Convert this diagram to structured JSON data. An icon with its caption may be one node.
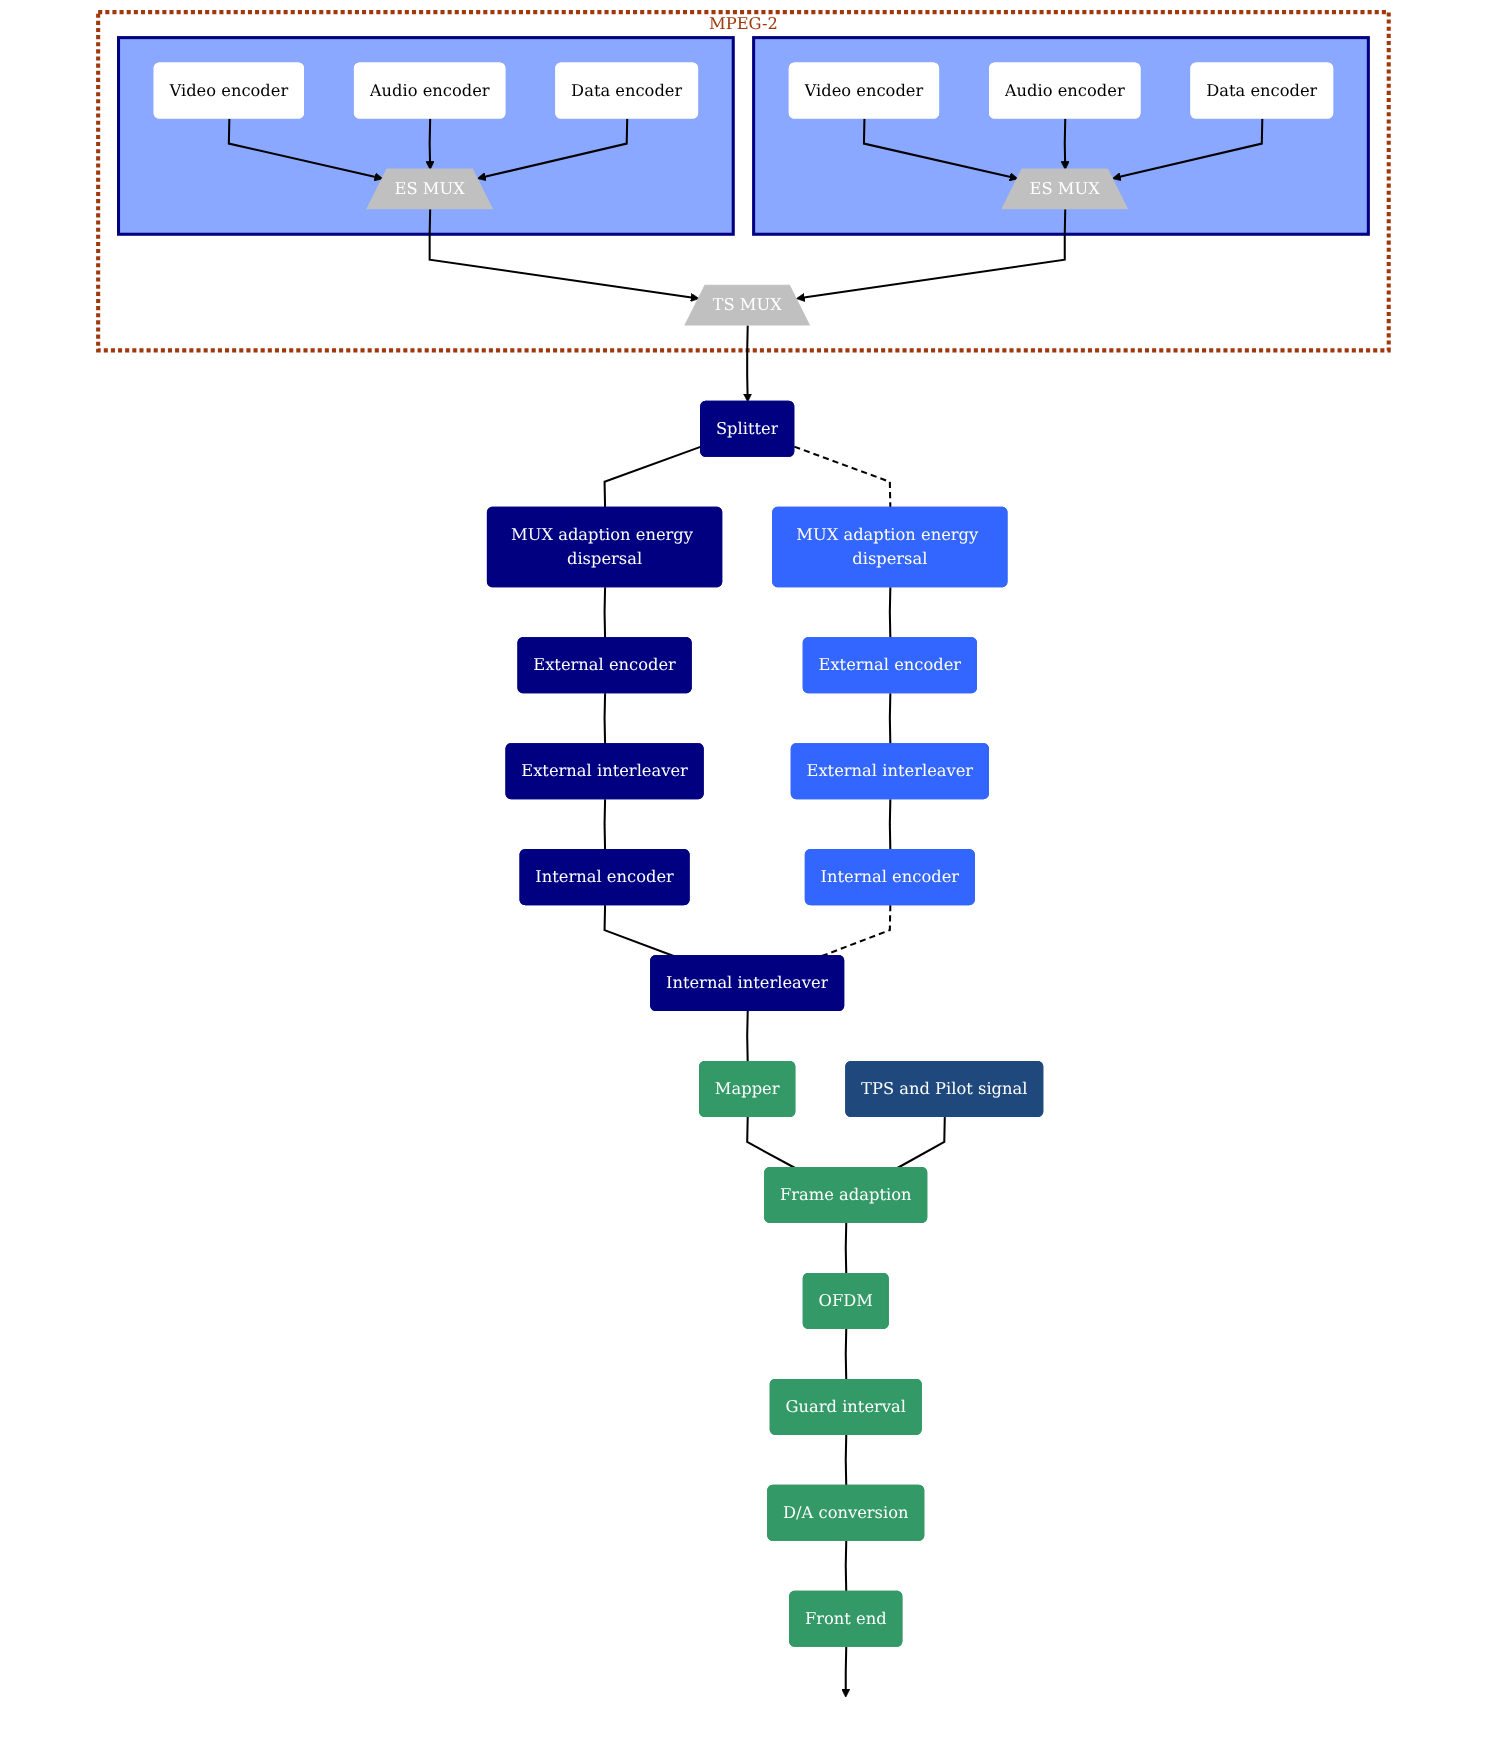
{
  "diagram": {
    "nodes": [
      {
        "text": [
          "MPEG-2"
        ]
      },
      {
        "text": [],
        "shape": "box",
        "in": 0
      },
      {
        "text": [
          "Video encoder"
        ],
        "in": 1
      },
      {
        "text": [
          "Audio encoder"
        ],
        "in": 1
      },
      {
        "text": [
          "Data encoder"
        ],
        "in": 1
      },
      {
        "text": [
          "ES MUX"
        ],
        "in": 1
      },
      {
        "text": [],
        "shape": "box",
        "in": 0
      },
      {
        "text": [
          "Video encoder"
        ],
        "in": 6
      },
      {
        "text": [
          "Audio encoder"
        ],
        "in": 6
      },
      {
        "text": [
          "Data encoder"
        ],
        "in": 6
      },
      {
        "text": [
          "ES MUX"
        ],
        "in": 6
      },
      {
        "text": [
          "TS MUX"
        ],
        "in": 0
      },
      {
        "text": [
          "Splitter"
        ]
      },
      {
        "text": [
          "MUX adaption energy dispersal"
        ]
      },
      {
        "text": [
          "External encoder"
        ]
      },
      {
        "text": [
          "External interleaver"
        ]
      },
      {
        "text": [
          "Internal encoder"
        ]
      },
      {
        "text": [
          "MUX adaption energy dispersal"
        ]
      },
      {
        "text": [
          "External encoder"
        ]
      },
      {
        "text": [
          "External interleaver"
        ]
      },
      {
        "text": [
          "Internal encoder"
        ]
      },
      {
        "text": [
          "Internal interleaver"
        ]
      },
      {
        "text": [
          "Mapper"
        ]
      },
      {
        "text": [
          "TPS and Pilot signal"
        ]
      },
      {
        "text": [
          "Frame adaption"
        ]
      },
      {
        "text": [
          "OFDM"
        ]
      },
      {
        "text": [
          "Guard interval"
        ]
      },
      {
        "text": [
          "D/A conversion"
        ]
      },
      {
        "text": [
          "Front end"
        ]
      }
    ],
    "edges": [
      {
        "from": 2,
        "to": 5,
        "arrow": "to"
      },
      {
        "from": 3,
        "to": 5,
        "arrow": "to"
      },
      {
        "from": 4,
        "to": 5,
        "arrow": "to"
      },
      {
        "from": 7,
        "to": 10,
        "arrow": "to"
      },
      {
        "from": 8,
        "to": 10,
        "arrow": "to"
      },
      {
        "from": 9,
        "to": 10,
        "arrow": "to"
      },
      {
        "from": 5,
        "to": 11,
        "arrow": "to"
      },
      {
        "from": 10,
        "to": 11,
        "arrow": "to"
      },
      {
        "from": 11,
        "to": 12,
        "arrow": "to"
      },
      {
        "from": 12,
        "to": 13,
        "arrow": "none"
      },
      {
        "from": 12,
        "to": 17,
        "arrow": "none",
        "style": "dashed"
      },
      {
        "from": 13,
        "to": 14,
        "arrow": "none"
      },
      {
        "from": 14,
        "to": 15,
        "arrow": "none"
      },
      {
        "from": 15,
        "to": 16,
        "arrow": "none"
      },
      {
        "from": 16,
        "to": 21,
        "arrow": "none"
      },
      {
        "from": 17,
        "to": 18,
        "arrow": "none"
      },
      {
        "from": 18,
        "to": 19,
        "arrow": "none"
      },
      {
        "from": 19,
        "to": 20,
        "arrow": "none"
      },
      {
        "from": 20,
        "to": 21,
        "arrow": "none",
        "style": "dashed"
      },
      {
        "from": 21,
        "to": 22,
        "arrow": "none"
      },
      {
        "from": 22,
        "to": 24,
        "arrow": "none"
      },
      {
        "from": 23,
        "to": 24,
        "arrow": "none"
      },
      {
        "from": 24,
        "to": 25,
        "arrow": "none"
      },
      {
        "from": 25,
        "to": 26,
        "arrow": "none"
      },
      {
        "from": 26,
        "to": 27,
        "arrow": "none"
      },
      {
        "from": 27,
        "to": 28,
        "arrow": "none"
      },
      {
        "from": 28,
        "to": null,
        "arrow": "to"
      }
    ]
  }
}
